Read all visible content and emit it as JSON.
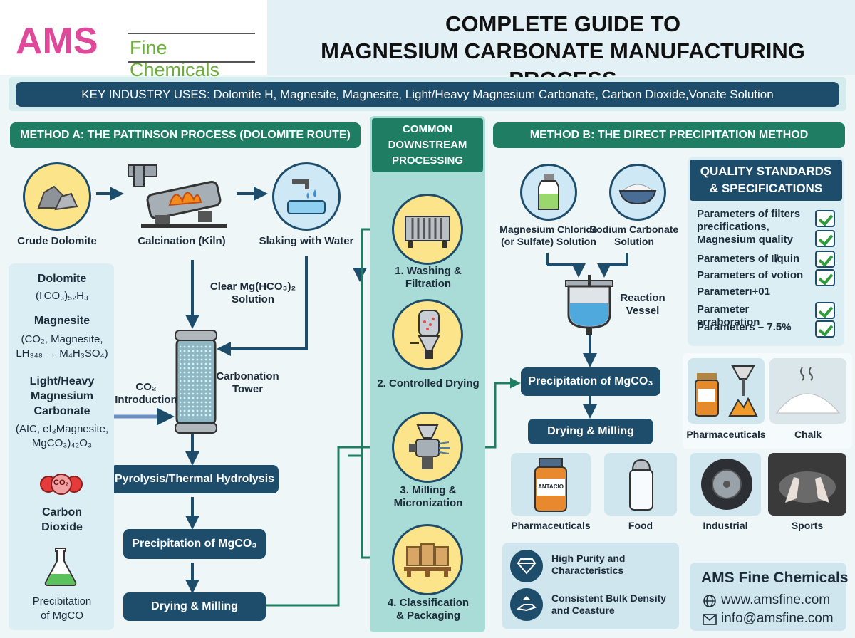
{
  "logo": {
    "mark": "AMS",
    "name": "Fine Chemicals"
  },
  "title": {
    "line1": "COMPLETE GUIDE TO",
    "line2": "MAGNESIUM CARBONATE MANUFACTURING PROCESS"
  },
  "key_uses": "KEY INDUSTRY USES: Dolomite H, Magnesite, Magnesite, Light/Heavy Magnesium Carbonate, Carbon Dioxide,Vonate Solution",
  "method_a": {
    "header": "METHOD A: THE PATTINSON PROCESS (DOLOMITE ROUTE)",
    "crude": "Crude Dolomite",
    "calcination": "Calcination (Kiln)",
    "slaking": "Slaking with Water",
    "clear_line1": "Clear Mg(HCO₃)₂",
    "clear_line2": "Solution",
    "co2_line1": "CO₂",
    "co2_line2": "Introduction",
    "tower_line1": "Carbonation",
    "tower_line2": "Tower",
    "pyrolysis": "Pyrolysis/Thermal Hydrolysis",
    "precip": "Precipitation of MgCO₃",
    "drying": "Drying & Milling"
  },
  "legend": {
    "dolomite_title": "Dolomite",
    "dolomite_formula": "(IₗCO₃)₅₂H₃",
    "magnesite_title": "Magnesite",
    "magnesite_f1": "(CO₂, Magnesite,",
    "magnesite_f2": "LH₃₄₈ → M₄H₃SO₄)",
    "lh_t1": "Light/Heavy",
    "lh_t2": "Magnesium",
    "lh_t3": "Carbonate",
    "lh_f1": "(AIC, eI₃Magnesite,",
    "lh_f2": "MgCO₃)₄₂O₃",
    "co2_badge": "CO₂",
    "cd_t1": "Carbon",
    "cd_t2": "Dioxide",
    "pm_t1": "Precibitation",
    "pm_t2": "of MgCO"
  },
  "downstream": {
    "header_l1": "COMMON",
    "header_l2": "DOWNSTREAM",
    "header_l3": "PROCESSING",
    "step1": "1. Washing & Filtration",
    "step2": "2. Controlled Drying",
    "step3_l1": "3. Milling &",
    "step3_l2": "Micronization",
    "step4_l1": "4. Classification",
    "step4_l2": "& Packaging"
  },
  "method_b": {
    "header": "METHOD B: THE DIRECT PRECIPITATION METHOD",
    "mgcl_l1": "Magnesium Chloride",
    "mgcl_l2": "(or Sulfate) Solution",
    "na_l1": "Sodium Carbonate",
    "na_l2": "Solution",
    "vessel_l1": "Reaction",
    "vessel_l2": "Vessel",
    "precip": "Precipitation of MgCO₃",
    "drying": "Drying & Milling"
  },
  "quality": {
    "title_l1": "QUALITY STANDARDS",
    "title_l2": "& SPECIFICATIONS",
    "r1": "Parameters of filters precifications, Magnesium quality",
    "r2": "Parameters of Il̸quin",
    "r3": "Parameters of votion",
    "r4": "Parameterı+01",
    "r5": "Parameter erraboration",
    "r6": "Parameters – 7.5%"
  },
  "apps": {
    "pharma_top": "Pharmaceuticals",
    "chalk": "Chalk",
    "pharma": "Pharmaceuticals",
    "antacid": "ANTACIO",
    "food": "Food",
    "industrial": "Industrial",
    "sports": "Sports"
  },
  "features": {
    "f1_l1": "High Purity and",
    "f1_l2": "Characteristics",
    "f2_l1": "Consistent Bulk Density",
    "f2_l2": "and Ceasture"
  },
  "contact": {
    "name": "AMS Fine Chemicals",
    "web": "www.amsfine.com",
    "email": "info@amsfine.com"
  },
  "colors": {
    "navy": "#1e4d6b",
    "green": "#1e7d62",
    "yellow": "#fbe48a",
    "logo_pink": "#e0489a",
    "logo_green": "#6cae3a"
  }
}
